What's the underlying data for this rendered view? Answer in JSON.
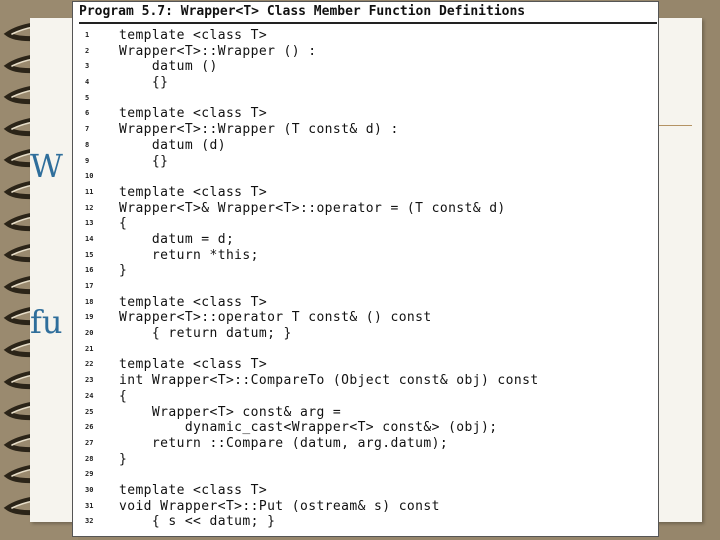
{
  "slide": {
    "title_lines": [
      "W",
      "fu"
    ]
  },
  "listing": {
    "title": "Program 5.7: Wrapper<T> Class Member Function Definitions",
    "lines": [
      {
        "n": "1",
        "text": "template <class T>"
      },
      {
        "n": "2",
        "text": "Wrapper<T>::Wrapper () :"
      },
      {
        "n": "3",
        "text": "    datum ()"
      },
      {
        "n": "4",
        "text": "    {}"
      },
      {
        "n": "5",
        "text": ""
      },
      {
        "n": "6",
        "text": "template <class T>"
      },
      {
        "n": "7",
        "text": "Wrapper<T>::Wrapper (T const& d) :"
      },
      {
        "n": "8",
        "text": "    datum (d)"
      },
      {
        "n": "9",
        "text": "    {}"
      },
      {
        "n": "10",
        "text": ""
      },
      {
        "n": "11",
        "text": "template <class T>"
      },
      {
        "n": "12",
        "text": "Wrapper<T>& Wrapper<T>::operator = (T const& d)"
      },
      {
        "n": "13",
        "text": "{"
      },
      {
        "n": "14",
        "text": "    datum = d;"
      },
      {
        "n": "15",
        "text": "    return *this;"
      },
      {
        "n": "16",
        "text": "}"
      },
      {
        "n": "17",
        "text": ""
      },
      {
        "n": "18",
        "text": "template <class T>"
      },
      {
        "n": "19",
        "text": "Wrapper<T>::operator T const& () const"
      },
      {
        "n": "20",
        "text": "    { return datum; }"
      },
      {
        "n": "21",
        "text": ""
      },
      {
        "n": "22",
        "text": "template <class T>"
      },
      {
        "n": "23",
        "text": "int Wrapper<T>::CompareTo (Object const& obj) const"
      },
      {
        "n": "24",
        "text": "{"
      },
      {
        "n": "25",
        "text": "    Wrapper<T> const& arg ="
      },
      {
        "n": "26",
        "text": "        dynamic_cast<Wrapper<T> const&> (obj);"
      },
      {
        "n": "27",
        "text": "    return ::Compare (datum, arg.datum);"
      },
      {
        "n": "28",
        "text": "}"
      },
      {
        "n": "29",
        "text": ""
      },
      {
        "n": "30",
        "text": "template <class T>"
      },
      {
        "n": "31",
        "text": "void Wrapper<T>::Put (ostream& s) const"
      },
      {
        "n": "32",
        "text": "    { s << datum; }"
      }
    ]
  },
  "colors": {
    "background": "#96866b",
    "slide": "#f6f4ee",
    "title": "#2f6e9b",
    "hook_dark": "#2b2418",
    "hook_light": "#e6ddc8"
  },
  "icons": {
    "binding_hook": "spiral-binding-hook-icon",
    "hook_count": 16
  }
}
